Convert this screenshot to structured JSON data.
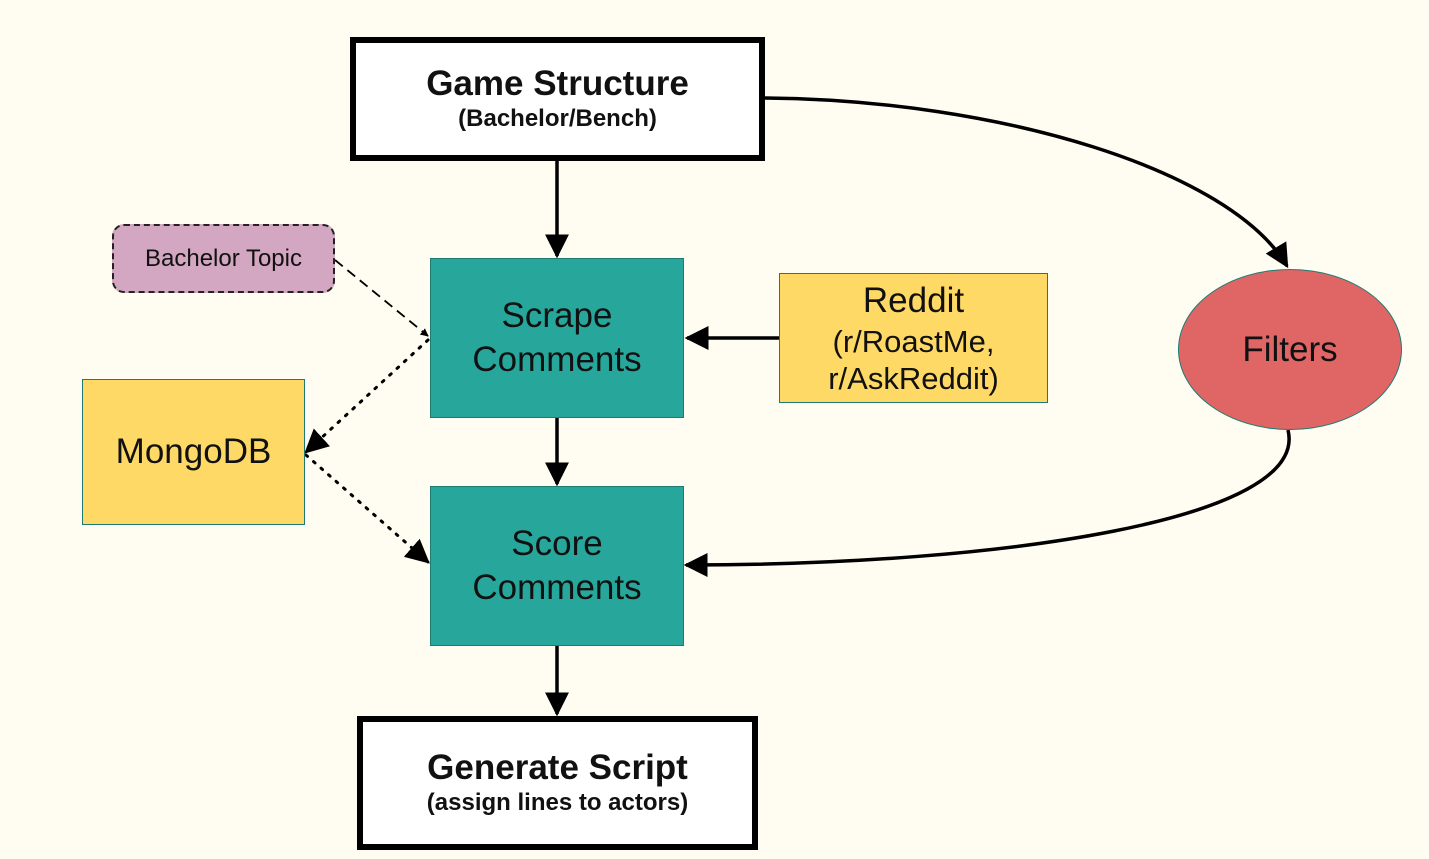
{
  "nodes": {
    "game_structure": {
      "title": "Game Structure",
      "subtitle": "(Bachelor/Bench)"
    },
    "bachelor_topic": {
      "label": "Bachelor Topic"
    },
    "scrape_comments": {
      "line1": "Scrape",
      "line2": "Comments"
    },
    "reddit": {
      "line1": "Reddit",
      "line2": "(r/RoastMe,",
      "line3": "r/AskReddit)"
    },
    "filters": {
      "label": "Filters"
    },
    "mongodb": {
      "label": "MongoDB"
    },
    "score_comments": {
      "line1": "Score",
      "line2": "Comments"
    },
    "generate_script": {
      "title": "Generate Script",
      "subtitle": "(assign lines to actors)"
    }
  },
  "colors": {
    "background": "#fffdf2",
    "teal": "#27a79b",
    "yellow": "#fed966",
    "pink": "#d3a6c1",
    "red": "#e06666"
  }
}
